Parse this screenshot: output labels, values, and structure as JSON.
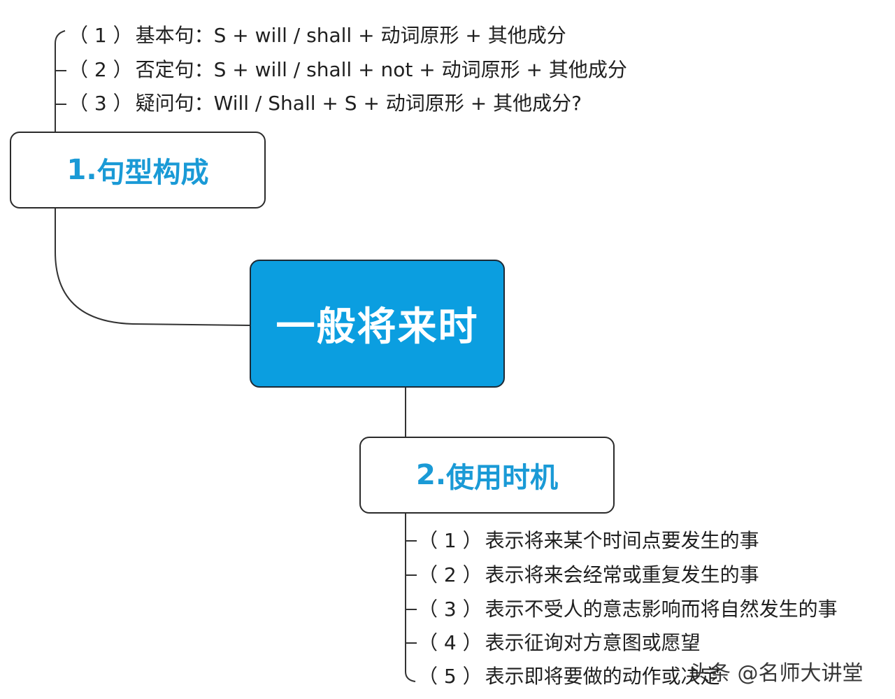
{
  "colors": {
    "central_fill": "#0b9ee0",
    "central_text": "#ffffff",
    "branch_title": "#1a9ad6",
    "line": "#333333"
  },
  "central": {
    "label": "一般将来时"
  },
  "branches": [
    {
      "number": "1.",
      "title": "句型构成",
      "items": [
        {
          "index": "（ 1 ）",
          "text": "基本句：S + will / shall + 动词原形 + 其他成分"
        },
        {
          "index": "（ 2 ）",
          "text": "否定句：S + will / shall + not + 动词原形 + 其他成分"
        },
        {
          "index": "（ 3 ）",
          "text": "疑问句：Will / Shall + S + 动词原形 + 其他成分?"
        }
      ]
    },
    {
      "number": "2.",
      "title": "使用时机",
      "items": [
        {
          "index": "（ 1 ）",
          "text": "表示将来某个时间点要发生的事"
        },
        {
          "index": "（ 2 ）",
          "text": "表示将来会经常或重复发生的事"
        },
        {
          "index": "（ 3 ）",
          "text": "表示不受人的意志影响而将自然发生的事"
        },
        {
          "index": "（ 4 ）",
          "text": "表示征询对方意图或愿望"
        },
        {
          "index": "（ 5 ）",
          "text": "表示即将要做的动作或决定"
        }
      ]
    }
  ],
  "watermark": "头条 @名师大讲堂"
}
